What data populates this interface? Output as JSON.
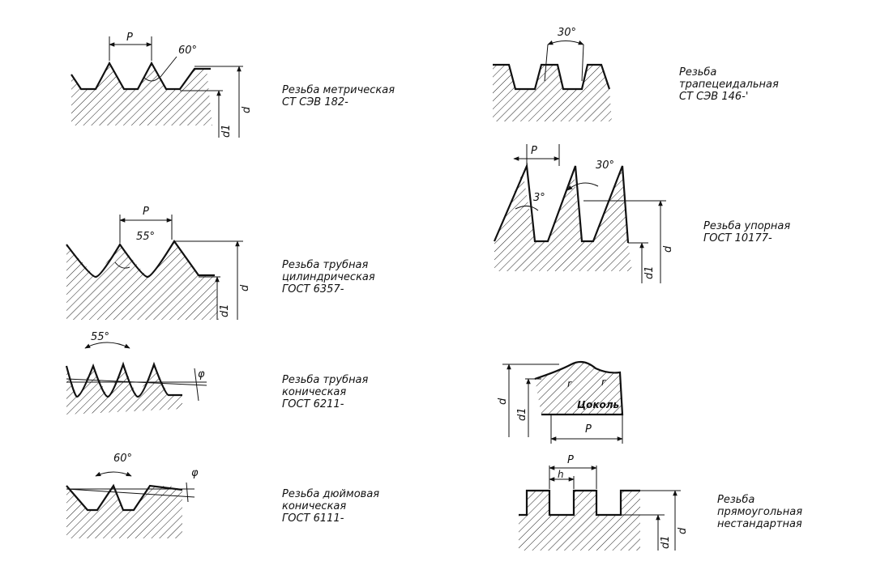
{
  "threads": [
    {
      "id": "metric",
      "lines": [
        "Резьба метрическая",
        "СТ СЭВ 182-"
      ],
      "labels": {
        "pitch": "P",
        "angle": "60°",
        "d": "d",
        "d1": "d1"
      }
    },
    {
      "id": "pipe_cyl",
      "lines": [
        "Резьба трубная",
        "цилиндрическая",
        "ГОСТ 6357-"
      ],
      "labels": {
        "pitch": "P",
        "angle": "55°",
        "d": "d",
        "d1": "d1"
      }
    },
    {
      "id": "pipe_con",
      "lines": [
        "Резьба трубная",
        "коническая",
        "ГОСТ 6211-"
      ],
      "labels": {
        "angle": "55°",
        "phi": "φ"
      }
    },
    {
      "id": "inch_con",
      "lines": [
        "Резьба дюймовая",
        "коническая",
        "ГОСТ 6111-"
      ],
      "labels": {
        "angle": "60°",
        "phi": "φ"
      }
    },
    {
      "id": "trap",
      "lines": [
        "Резьба",
        "трапецеидальная",
        "СТ СЭВ 146-'"
      ],
      "labels": {
        "angle": "30°"
      }
    },
    {
      "id": "buttress",
      "lines": [
        "Резьба упорная",
        "ГОСТ 10177-"
      ],
      "labels": {
        "pitch": "P",
        "angle": "30°",
        "small_angle": "3°",
        "d": "d",
        "d1": "d1"
      }
    },
    {
      "id": "round",
      "lines": [],
      "labels": {
        "d": "d",
        "d1": "d1",
        "r": "r",
        "base": "Цоколь",
        "pitch": "P"
      }
    },
    {
      "id": "rect",
      "lines": [
        "Резьба",
        "прямоугольная",
        "нестандартная"
      ],
      "labels": {
        "pitch": "P",
        "h": "h",
        "d": "d",
        "d1": "d1"
      }
    }
  ]
}
